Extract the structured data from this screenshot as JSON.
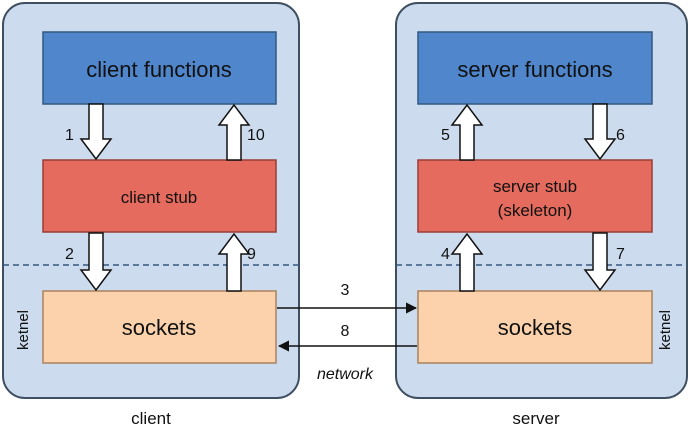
{
  "client_panel": {
    "caption": "client",
    "kernel_label": "ketnel",
    "functions_label": "client functions",
    "stub_label": "client stub",
    "sockets_label": "sockets"
  },
  "server_panel": {
    "caption": "server",
    "kernel_label": "ketnel",
    "functions_label": "server functions",
    "stub_label_line1": "server stub",
    "stub_label_line2": "(skeleton)",
    "sockets_label": "sockets"
  },
  "steps": {
    "s1": "1",
    "s2": "2",
    "s3": "3",
    "s4": "4",
    "s5": "5",
    "s6": "6",
    "s7": "7",
    "s8": "8",
    "s9": "9",
    "s10": "10"
  },
  "network_label": "network",
  "colors": {
    "panel_fill": "#ccdcee",
    "panel_stroke": "#3f4f62",
    "functions_fill": "#4f86cc",
    "stub_fill": "#e46b5d",
    "sockets_fill": "#fbd2ac",
    "dashed_line": "#36577e"
  }
}
